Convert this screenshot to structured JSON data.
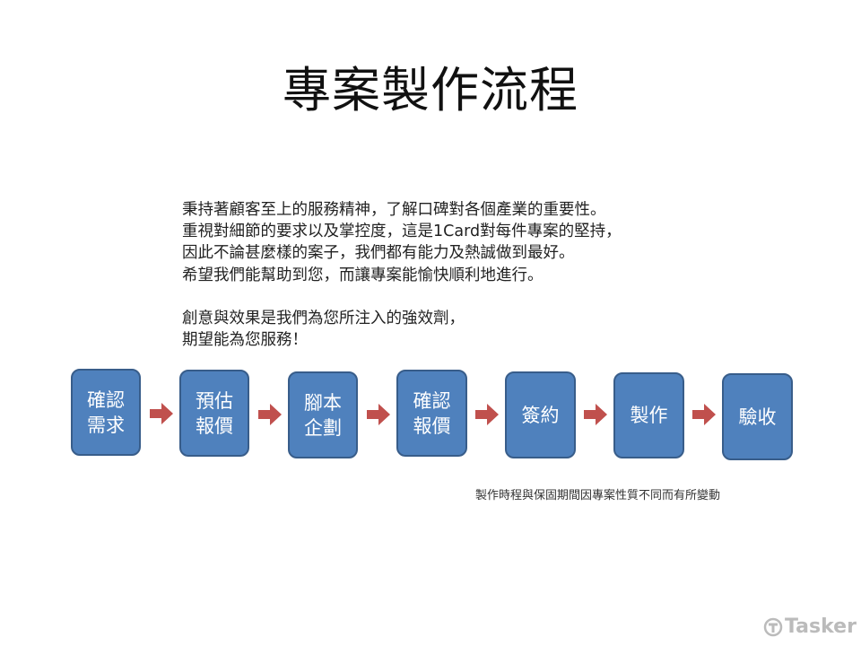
{
  "title": "專案製作流程",
  "intro": [
    "秉持著顧客至上的服務精神，了解口碑對各個產業的重要性。",
    "重視對細節的要求以及掌控度，這是1Card對每件專案的堅持，",
    "因此不論甚麼樣的案子，我們都有能力及熱誠做到最好。",
    "希望我們能幫助到您，而讓專案能愉快順利地進行。",
    "",
    "創意與效果是我們為您所注入的強效劑，",
    "期望能為您服務！"
  ],
  "steps": [
    [
      "確認",
      "需求"
    ],
    [
      "預估",
      "報價"
    ],
    [
      "腳本",
      "企劃"
    ],
    [
      "確認",
      "報價"
    ],
    [
      "簽約"
    ],
    [
      "製作"
    ],
    [
      "驗收"
    ]
  ],
  "note": "製作時程與保固期間因專案性質不同而有所變動",
  "logo": "Tasker",
  "colors": {
    "box": "#4f81bd",
    "box_border": "#385d8a",
    "arrow": "#c0504d"
  }
}
